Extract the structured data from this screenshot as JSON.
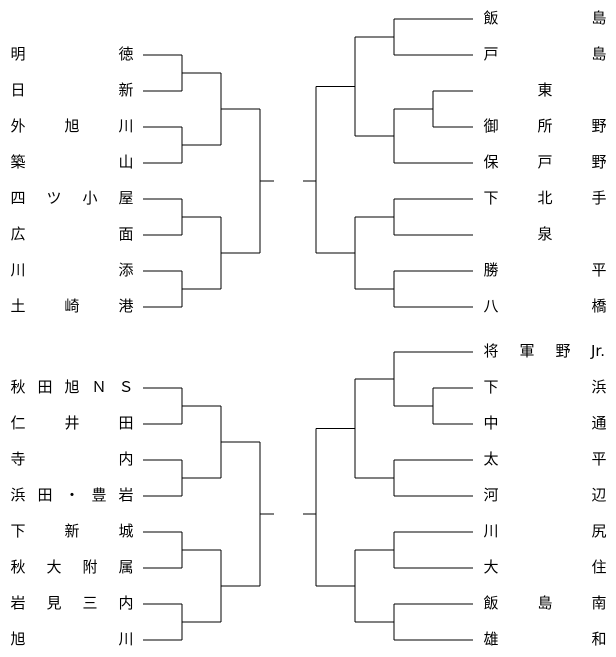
{
  "bracket": {
    "line_color": "#000000",
    "top": {
      "left_teams": [
        {
          "name": "明徳",
          "chars": [
            "明",
            "",
            "",
            "徳"
          ]
        },
        {
          "name": "日新",
          "chars": [
            "日",
            "",
            "",
            "新"
          ]
        },
        {
          "name": "外旭川",
          "chars": [
            "外",
            "",
            "旭",
            "",
            "川"
          ]
        },
        {
          "name": "築山",
          "chars": [
            "築",
            "",
            "",
            "山"
          ]
        },
        {
          "name": "四ツ小屋",
          "chars": [
            "四",
            "ツ",
            "小",
            "屋"
          ]
        },
        {
          "name": "広面",
          "chars": [
            "広",
            "",
            "",
            "面"
          ]
        },
        {
          "name": "川添",
          "chars": [
            "川",
            "",
            "",
            "添"
          ]
        },
        {
          "name": "土崎港",
          "chars": [
            "土",
            "",
            "崎",
            "",
            "港"
          ]
        }
      ],
      "right_teams": [
        {
          "name": "飯島",
          "chars": [
            "飯",
            "",
            "",
            "島"
          ]
        },
        {
          "name": "戸島",
          "chars": [
            "戸",
            "",
            "",
            "島"
          ]
        },
        {
          "name": "東",
          "chars": [
            "",
            "",
            "東",
            "",
            ""
          ]
        },
        {
          "name": "御所野",
          "chars": [
            "御",
            "",
            "所",
            "",
            "野"
          ]
        },
        {
          "name": "保戸野",
          "chars": [
            "保",
            "",
            "戸",
            "",
            "野"
          ]
        },
        {
          "name": "下北手",
          "chars": [
            "下",
            "",
            "北",
            "",
            "手"
          ]
        },
        {
          "name": "泉",
          "chars": [
            "",
            "",
            "泉",
            "",
            ""
          ]
        },
        {
          "name": "勝平",
          "chars": [
            "勝",
            "",
            "",
            "平"
          ]
        },
        {
          "name": "八橋",
          "chars": [
            "八",
            "",
            "",
            "橋"
          ]
        }
      ]
    },
    "bottom": {
      "left_teams": [
        {
          "name": "秋田旭ＮＳ",
          "chars": [
            "秋",
            "田",
            "旭",
            "Ｎ",
            "Ｓ"
          ]
        },
        {
          "name": "仁井田",
          "chars": [
            "仁",
            "",
            "井",
            "",
            "田"
          ]
        },
        {
          "name": "寺内",
          "chars": [
            "寺",
            "",
            "",
            "内"
          ]
        },
        {
          "name": "浜田・豊岩",
          "chars": [
            "浜",
            "田",
            "・",
            "豊",
            "岩"
          ]
        },
        {
          "name": "下新城",
          "chars": [
            "下",
            "",
            "新",
            "",
            "城"
          ]
        },
        {
          "name": "秋大附属",
          "chars": [
            "秋",
            "大",
            "附",
            "属"
          ]
        },
        {
          "name": "岩見三内",
          "chars": [
            "岩",
            "見",
            "三",
            "内"
          ]
        },
        {
          "name": "旭川",
          "chars": [
            "旭",
            "",
            "",
            "川"
          ]
        }
      ],
      "right_teams": [
        {
          "name": "将軍野Jr.",
          "chars": [
            "将",
            "軍",
            "野",
            "Jr."
          ]
        },
        {
          "name": "下浜",
          "chars": [
            "下",
            "",
            "",
            "浜"
          ]
        },
        {
          "name": "中通",
          "chars": [
            "中",
            "",
            "",
            "通"
          ]
        },
        {
          "name": "太平",
          "chars": [
            "太",
            "",
            "",
            "平"
          ]
        },
        {
          "name": "河辺",
          "chars": [
            "河",
            "",
            "",
            "辺"
          ]
        },
        {
          "name": "川尻",
          "chars": [
            "川",
            "",
            "",
            "尻"
          ]
        },
        {
          "name": "大住",
          "chars": [
            "大",
            "",
            "",
            "住"
          ]
        },
        {
          "name": "飯島南",
          "chars": [
            "飯",
            "",
            "島",
            "",
            "南"
          ]
        },
        {
          "name": "雄和",
          "chars": [
            "雄",
            "",
            "",
            "和"
          ]
        }
      ]
    }
  }
}
